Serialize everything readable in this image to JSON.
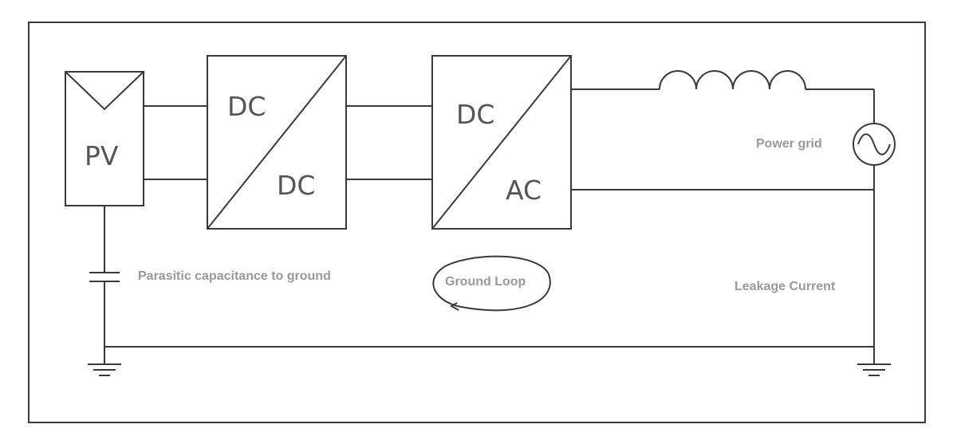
{
  "diagram": {
    "blocks": {
      "pv": {
        "label": "PV"
      },
      "dcdc": {
        "top": "DC",
        "bottom": "DC"
      },
      "dcac": {
        "top": "DC",
        "bottom": "AC"
      }
    },
    "annotations": {
      "power_grid": "Power grid",
      "parasitic": "Parasitic capacitance to ground",
      "ground_loop": "Ground Loop",
      "leakage": "Leakage Current"
    }
  }
}
